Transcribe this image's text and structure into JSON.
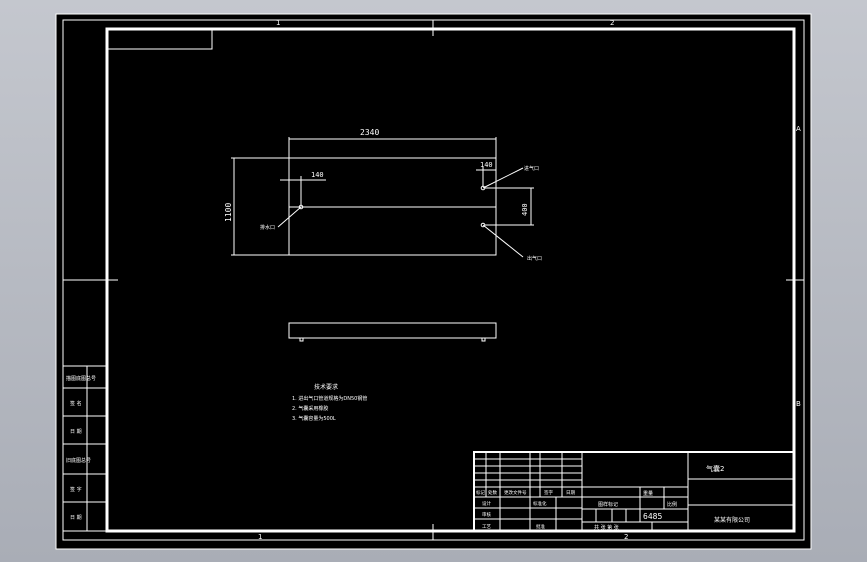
{
  "border": {
    "zone_top": [
      "1",
      "2"
    ],
    "zone_bottom": [
      "1",
      "2"
    ],
    "zone_right": [
      "A",
      "B"
    ]
  },
  "plan_view": {
    "dim_overall_width": "2340",
    "dim_overall_height": "1100",
    "dim_left_offset": "140",
    "dim_right_offset": "140",
    "dim_port_spacing": "400",
    "callout_left": "排水口",
    "callout_right_top": "进气口",
    "callout_right_bottom": "出气口"
  },
  "tech_requirements": {
    "title": "技术要求",
    "items": [
      "1. 进出气口管道规格为DN50钢管",
      "2. 气囊采用橡胶",
      "3. 气囊容量为500L"
    ]
  },
  "left_stamp": {
    "cells": [
      "描图底图总号",
      "签 名",
      "日 期",
      "旧底图总号",
      "签 字",
      "日 期"
    ]
  },
  "title_block": {
    "drawing_name": "气囊2",
    "weight_label": "重量",
    "scale_label": "比例",
    "weight_value": "6485",
    "stage_label": "图样标记",
    "organization": "某某有限公司",
    "revision_headers": [
      "标记",
      "处数",
      "更改文件号",
      "签字",
      "日期"
    ],
    "sign_rows": [
      "设计",
      "标准化",
      "审核",
      "工艺",
      "批准"
    ],
    "sheet_label": "共 张 第 张"
  }
}
